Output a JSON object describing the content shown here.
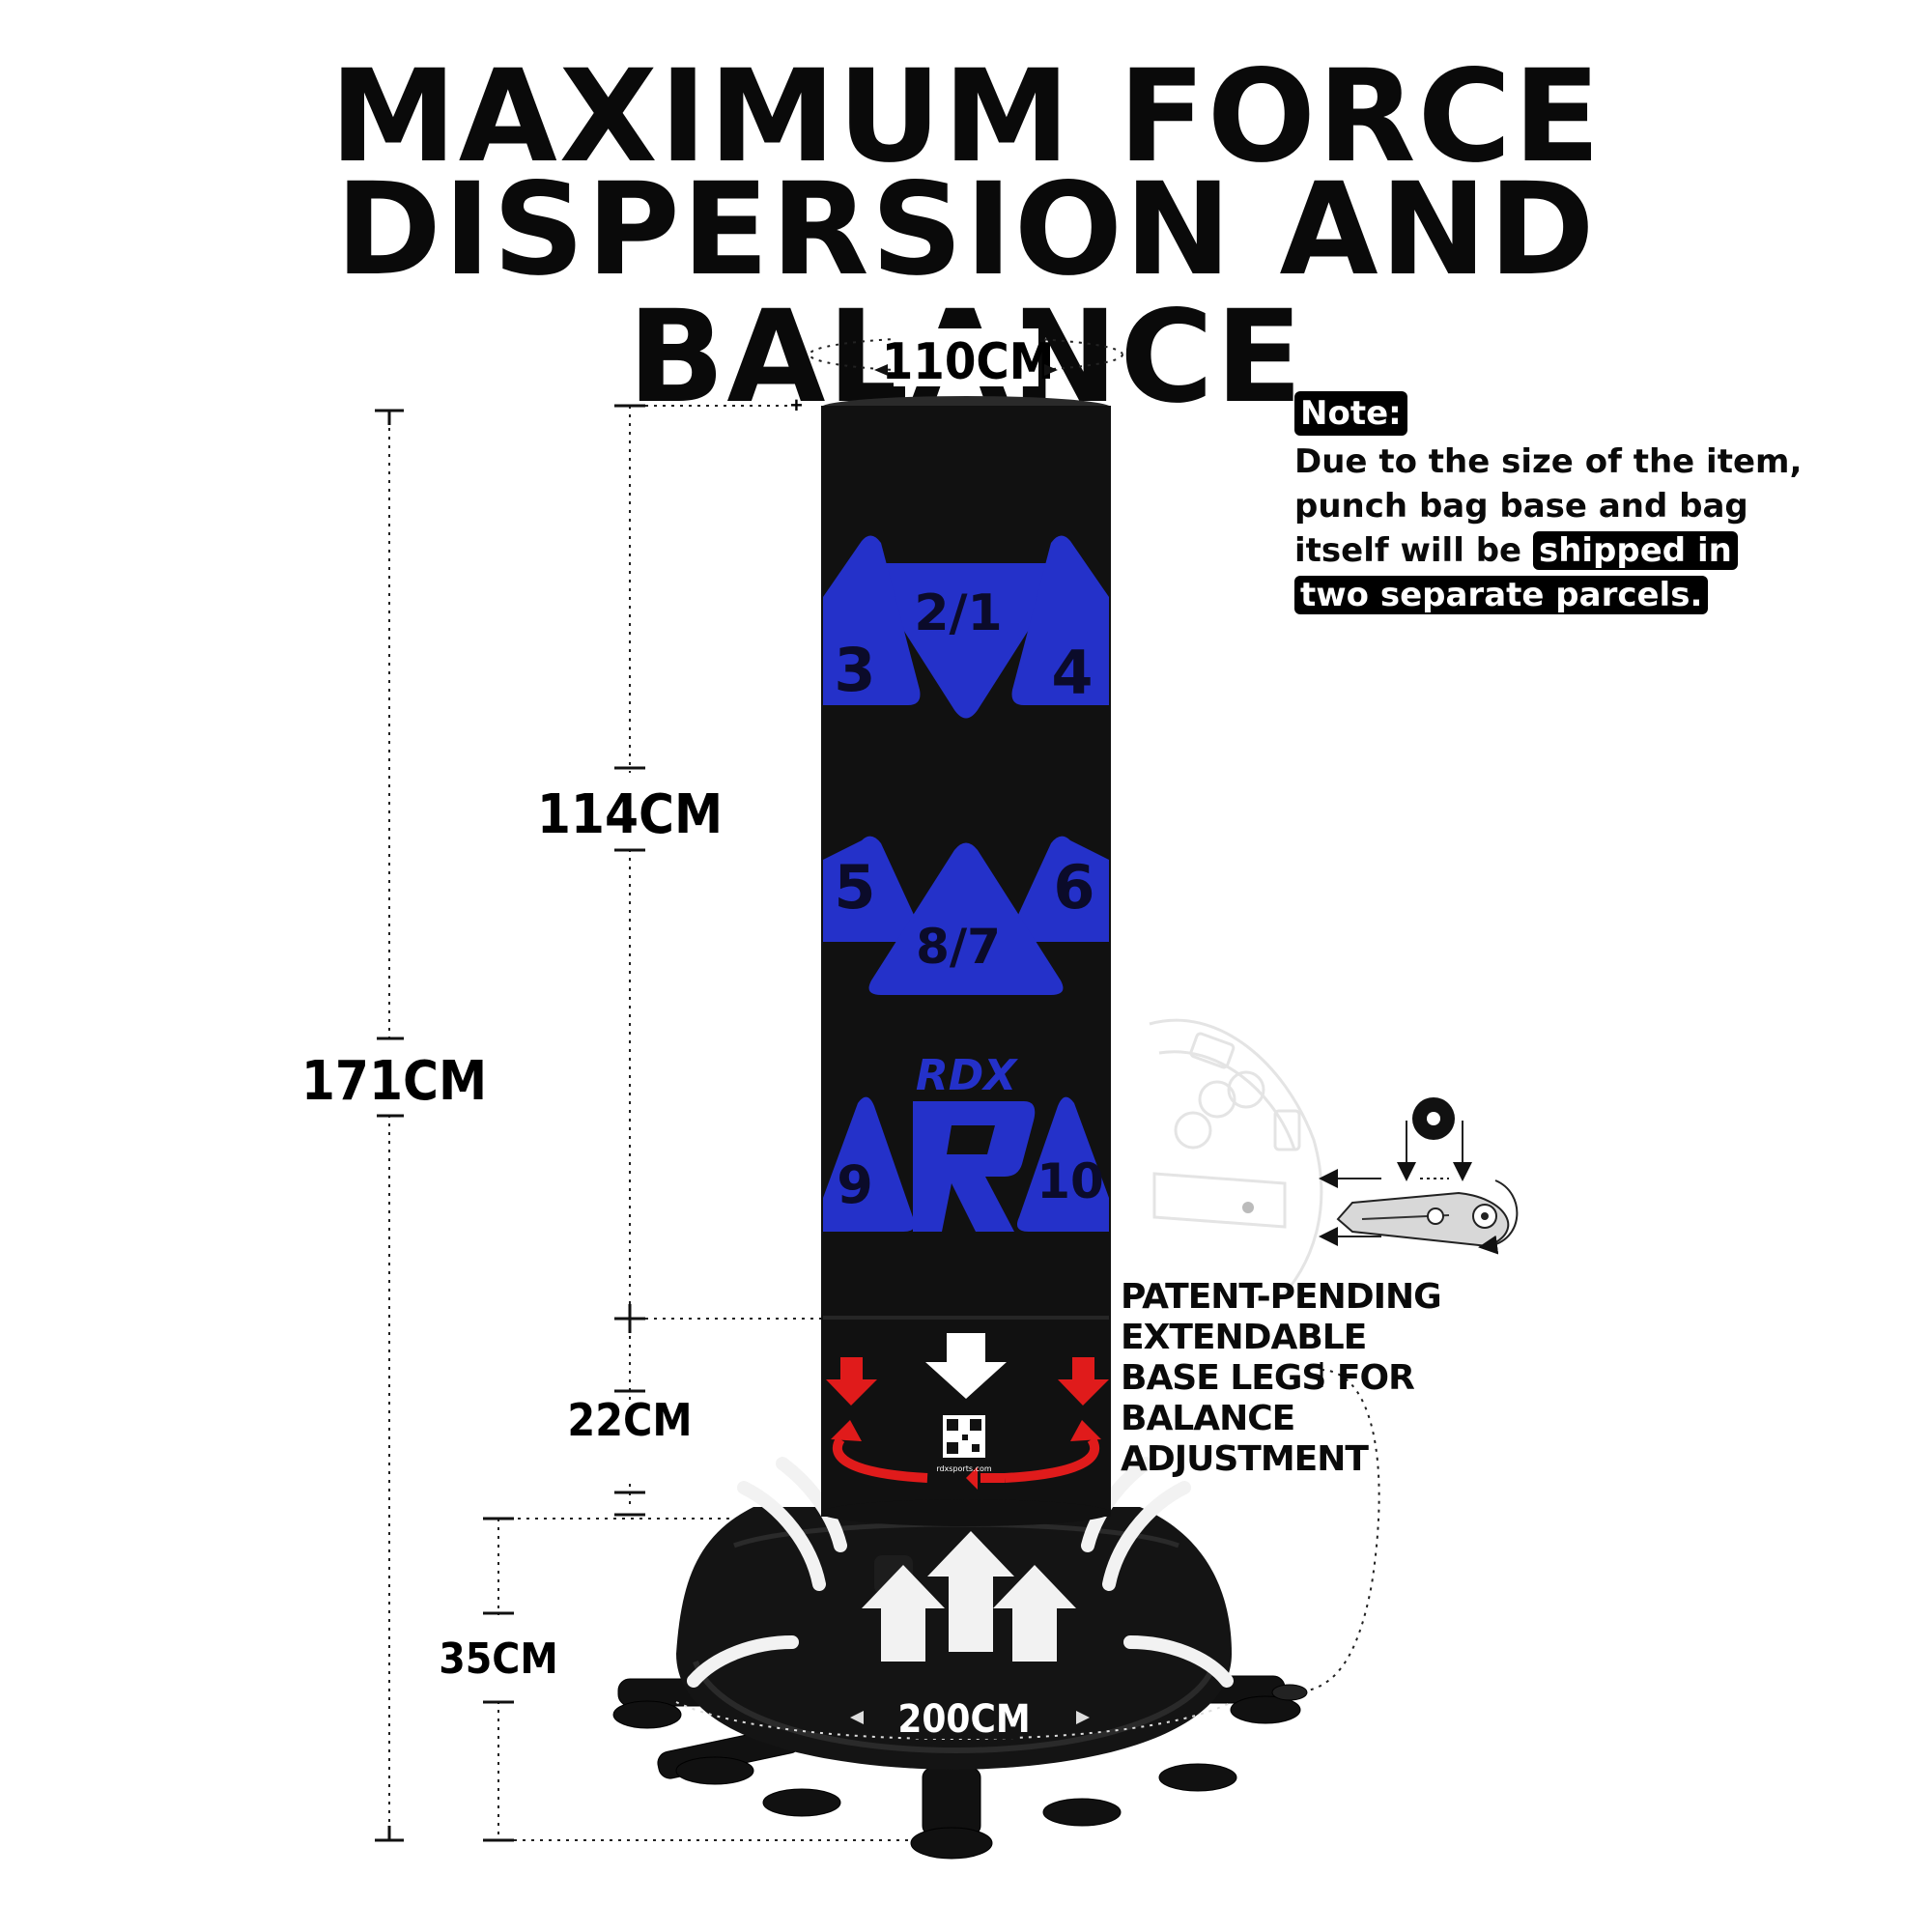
{
  "headline": {
    "line1": "MAXIMUM FORCE",
    "line2": "DISPERSION AND BALANCE"
  },
  "dimensions": {
    "top_circumference": "110CM",
    "bag_height": "114CM",
    "total_height": "171CM",
    "collar_height": "22CM",
    "base_height": "35CM",
    "base_circumference": "200CM"
  },
  "target_zones": [
    "2/1",
    "3",
    "4",
    "5",
    "6",
    "8/7",
    "9",
    "10"
  ],
  "brand": "RDX",
  "qr_caption": "rdxsports.com",
  "note": {
    "title": "Note:",
    "text_plain": "Due to the size of the item, punch bag base and bag itself will be",
    "text_highlight_1": "shipped in",
    "text_highlight_2": "two separate parcels."
  },
  "feature_callout": {
    "line1": "PATENT-PENDING EXTENDABLE",
    "line2": "BASE LEGS FOR BALANCE",
    "line3": "ADJUSTMENT"
  },
  "colors": {
    "bag": "#111111",
    "target_blue": "#2431c9",
    "force_arrow_red": "#e01b1b",
    "background": "#ffffff",
    "text": "#0a0a0a"
  }
}
